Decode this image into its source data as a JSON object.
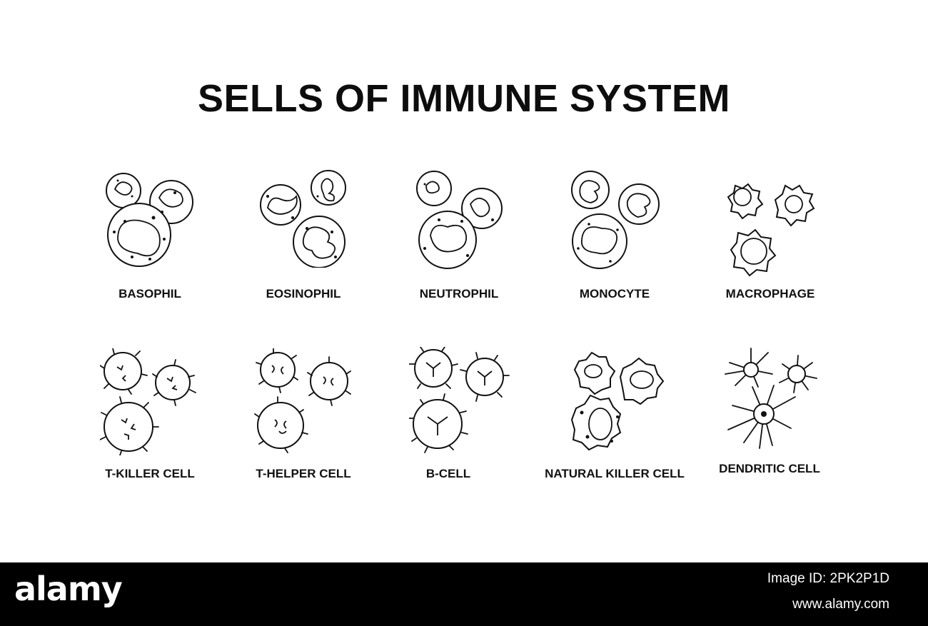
{
  "title": "SELLS OF IMMUNE SYSTEM",
  "cells": [
    {
      "label": "BASOPHIL"
    },
    {
      "label": "EOSINOPHIL"
    },
    {
      "label": "NEUTROPHIL"
    },
    {
      "label": "MONOCYTE"
    },
    {
      "label": "MACROPHAGE"
    },
    {
      "label": "T-KILLER CELL"
    },
    {
      "label": "T-HELPER CELL"
    },
    {
      "label": "B-CELL"
    },
    {
      "label": "NATURAL KILLER CELL"
    },
    {
      "label": "DENDRITIC CELL"
    }
  ],
  "footer": {
    "logo": "alamy",
    "image_id": "Image ID: 2PK2P1D",
    "url": "www.alamy.com"
  }
}
